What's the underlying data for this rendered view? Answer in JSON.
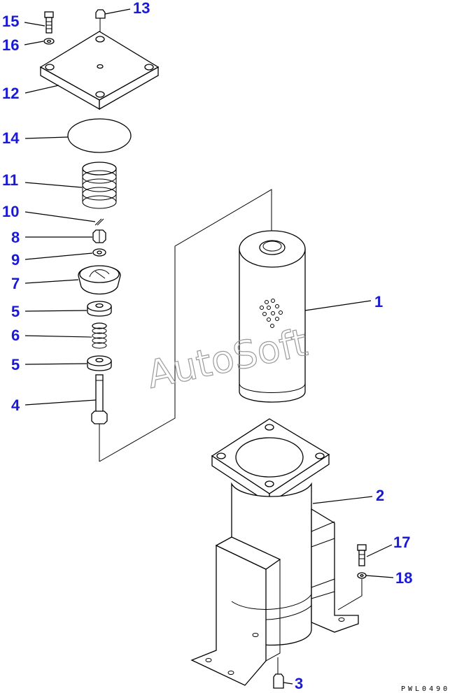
{
  "callouts": [
    {
      "id": "c15",
      "label": "15"
    },
    {
      "id": "c13",
      "label": "13"
    },
    {
      "id": "c16",
      "label": "16"
    },
    {
      "id": "c12",
      "label": "12"
    },
    {
      "id": "c14",
      "label": "14"
    },
    {
      "id": "c11",
      "label": "11"
    },
    {
      "id": "c10",
      "label": "10"
    },
    {
      "id": "c8",
      "label": "8"
    },
    {
      "id": "c9",
      "label": "9"
    },
    {
      "id": "c7",
      "label": "7"
    },
    {
      "id": "c5a",
      "label": "5"
    },
    {
      "id": "c6",
      "label": "6"
    },
    {
      "id": "c5b",
      "label": "5"
    },
    {
      "id": "c4",
      "label": "4"
    },
    {
      "id": "c1",
      "label": "1"
    },
    {
      "id": "c2",
      "label": "2"
    },
    {
      "id": "c17",
      "label": "17"
    },
    {
      "id": "c18",
      "label": "18"
    },
    {
      "id": "c3",
      "label": "3"
    }
  ],
  "watermark": "AutoSoft",
  "drawing_code": "PWL0490",
  "colors": {
    "callout": "#1a1ad6",
    "line": "#000000",
    "watermark": "#9a9a9a"
  }
}
